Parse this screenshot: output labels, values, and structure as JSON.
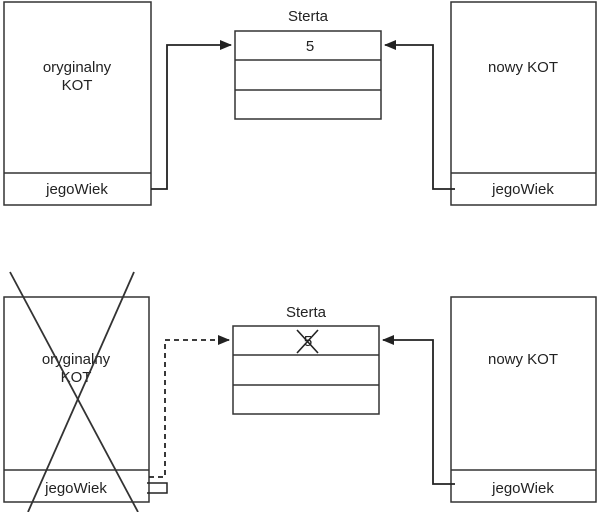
{
  "top": {
    "original_object": {
      "title_line1": "oryginalny",
      "title_line2": "KOT",
      "field": "jegoWiek"
    },
    "heap": {
      "label": "Sterta",
      "value": "5"
    },
    "new_object": {
      "title": "nowy KOT",
      "field": "jegoWiek"
    }
  },
  "bottom": {
    "original_object": {
      "title_line1": "oryginalny",
      "title_line2": "KOT",
      "field": "jegoWiek"
    },
    "heap": {
      "label": "Sterta",
      "value": "5"
    },
    "new_object": {
      "title": "nowy KOT",
      "field": "jegoWiek"
    }
  }
}
